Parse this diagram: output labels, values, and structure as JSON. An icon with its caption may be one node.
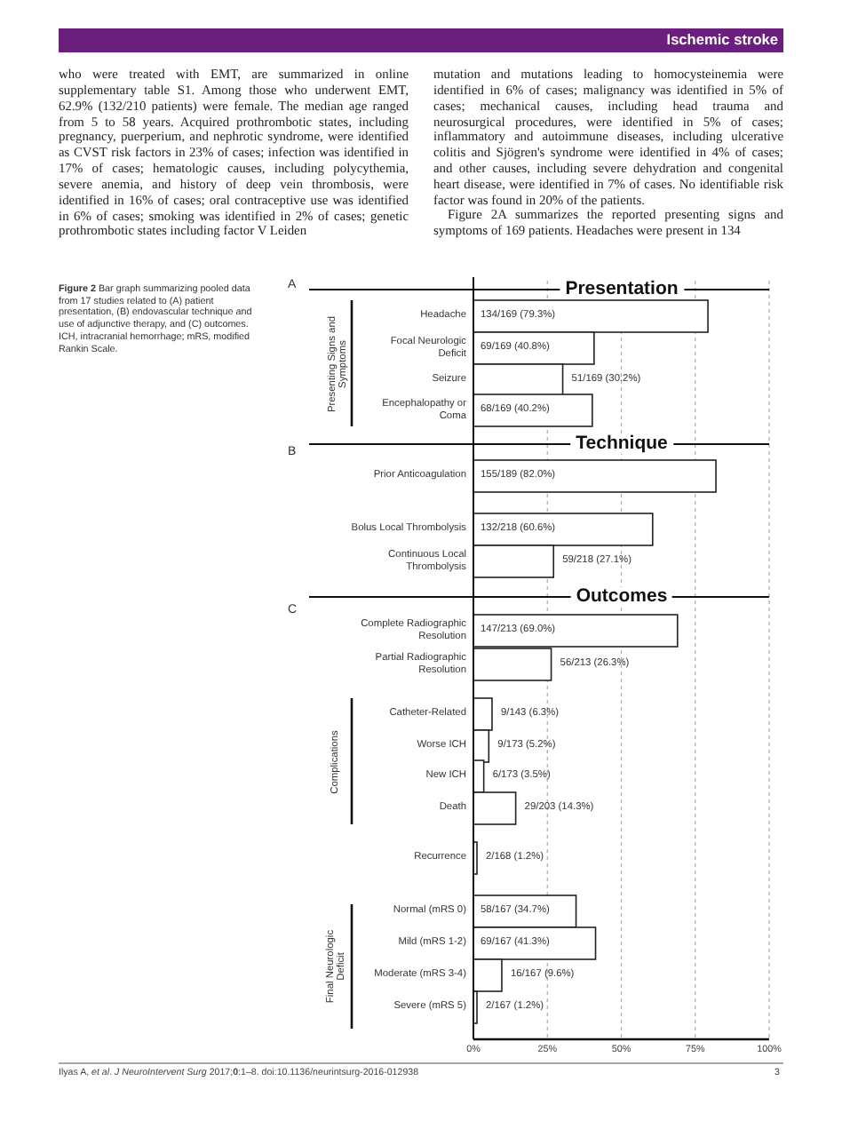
{
  "diagram": {
    "caption": "**Figure 2** Bar graph summarizing pooled data from 17 studies related to (A) patient presentation, (B) endovascular technique and use of adjunctive therapy, and (C) outcomes. ICH, intracranial hemorrhage; mRS, modified Rankin Scale.",
    "labels": [
      "Ischemic stroke",
      "who were treated with EMT, are summarized in online supplementary table S1. Among those who underwent EMT, 62.9% (132/210 patients) were female. The median age ranged from 5 to 58 years. Acquired prothrombotic states, including pregnancy, puerperium, and nephrotic syndrome, were identified as CVST risk factors in 23% of cases; infection was identified in 17% of cases; hematologic causes, including polycythemia, severe anemia, and history of deep vein thrombosis, were identified in 16% of cases; oral contraceptive use was identified in 6% of cases; smoking was identified in 2% of cases; genetic prothrombotic states including factor V Leiden",
      "mutation and mutations leading to homocysteinemia were identified in 6% of cases; malignancy was identified in 5% of cases; mechanical causes, including head trauma and neurosurgical procedures, were identified in 5% of cases; inflammatory and autoimmune diseases, including ulcerative colitis and Sjögren's syndrome were identified in 4% of cases; and other causes, including severe dehydration and congenital heart disease, were identified in 7% of cases. No identifiable risk factor was found in 20% of the patients.",
      "Figure 2A summarizes the reported presenting signs and symptoms of 169 patients. Headaches were present in 134",
      "Ilyas A, *et al*. *J NeuroIntervent Surg* 2017;**0**:1–8. doi:10.1136/neurintsurg-2016-012938",
      "3"
    ],
    "chart_data": {
      "type": "bar",
      "orientation": "horizontal",
      "categories": [
        "Headache",
        "Focal Neurologic Deficit",
        "Seizure",
        "Encephalopathy or Coma",
        "Prior Anticoagulation",
        "Bolus Local Thrombolysis",
        "Continuous Local Thrombolysis",
        "Complete Radiographic Resolution",
        "Partial Radiographic Resolution",
        "Catheter-Related",
        "Worse ICH",
        "New ICH",
        "Death",
        "Recurrence",
        "Normal (mRS 0)",
        "Mild (mRS 1-2)",
        "Moderate (mRS 3-4)",
        "Severe (mRS 5)"
      ],
      "values": [
        79.3,
        40.8,
        30.2,
        40.2,
        82.0,
        60.6,
        27.1,
        69.0,
        26.3,
        6.3,
        5.2,
        3.5,
        14.3,
        1.2,
        34.7,
        41.3,
        9.6,
        1.2
      ],
      "value_labels": [
        "134/169 (79.3%)",
        "69/169 (40.8%)",
        "51/169 (30.2%)",
        "68/169 (40.2%)",
        "155/189 (82.0%)",
        "132/218 (60.6%)",
        "59/218 (27.1%)",
        "147/213 (69.0%)",
        "56/213 (26.3%)",
        "9/143 (6.3%)",
        "9/173 (5.2%)",
        "6/173 (3.5%)",
        "29/203 (14.3%)",
        "2/168 (1.2%)",
        "58/167 (34.7%)",
        "69/167 (41.3%)",
        "16/167 (9.6%)",
        "2/167 (1.2%)"
      ],
      "xlim": [
        0,
        100
      ],
      "grid": true,
      "xticks": [
        {
          "value": 0,
          "label": "0%"
        },
        {
          "value": 25,
          "label": "25%"
        },
        {
          "value": 50,
          "label": "50%"
        },
        {
          "value": 75,
          "label": "75%"
        },
        {
          "value": 100,
          "label": "100%"
        }
      ],
      "annotations": [
        "A",
        "Presentation",
        "Presenting Signs and Symptoms",
        "B",
        "Technique",
        "C",
        "Outcomes",
        "Complications",
        "Final Neurologic Deficit"
      ]
    }
  }
}
